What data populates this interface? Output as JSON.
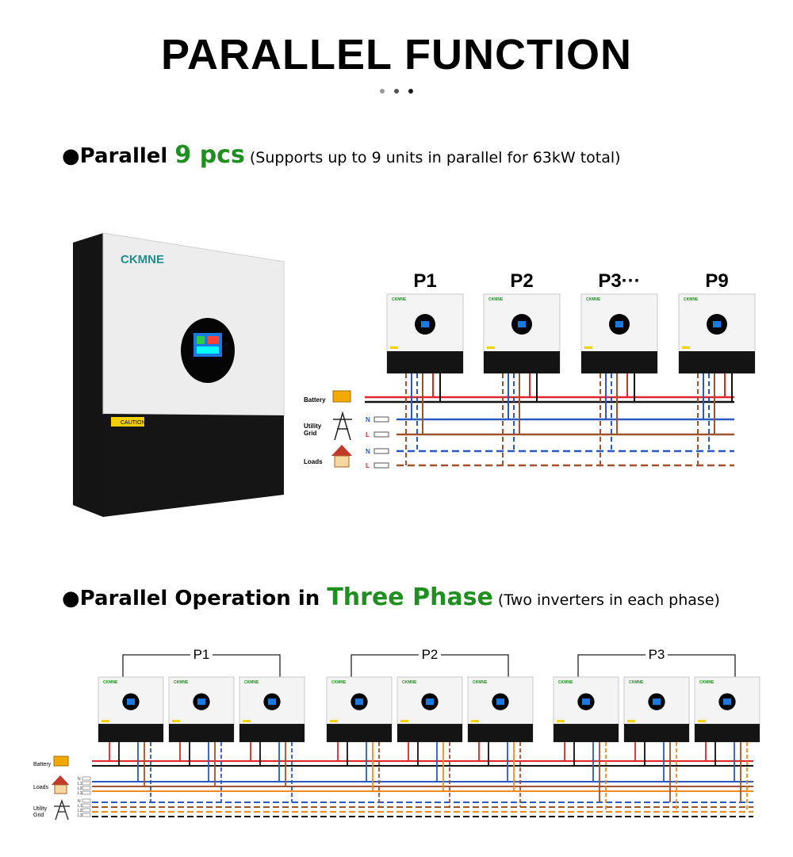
{
  "title": "PARALLEL FUNCTION",
  "colors": {
    "accent_green": "#1f8f1f",
    "battery_red": "#e0262b",
    "wire_blue": "#2b59c3",
    "wire_brown": "#a0522d",
    "wire_orange": "#f28c1e",
    "dark": "#111111"
  },
  "section1": {
    "lead": "●Parallel ",
    "count": "9 pcs",
    "note": " (Supports up to 9 units in parallel for 63kW total)",
    "brand": "CKMNE",
    "caution": "CAUTION",
    "units": [
      "P1",
      "P2",
      "P3···",
      "P9"
    ],
    "unit_brand": "CKMNE",
    "legend": {
      "battery": "Battery",
      "grid_line1": "Utility",
      "grid_line2": "Grid",
      "loads": "Loads"
    },
    "wire_labels": {
      "grid_n": "N",
      "grid_l": "L",
      "loads_n": "N",
      "loads_l": "L"
    }
  },
  "section2": {
    "lead": "●Parallel Operation in ",
    "highlight": "Three Phase",
    "note": " (Two inverters in each phase)",
    "groups": [
      "P1",
      "P2",
      "P3"
    ],
    "unit_brand": "CKMNE",
    "legend": {
      "battery": "Battery",
      "loads": "Loads",
      "grid_line1": "Utility",
      "grid_line2": "Grid"
    },
    "phase_labels": [
      "N",
      "L1",
      "L2",
      "L3"
    ]
  }
}
